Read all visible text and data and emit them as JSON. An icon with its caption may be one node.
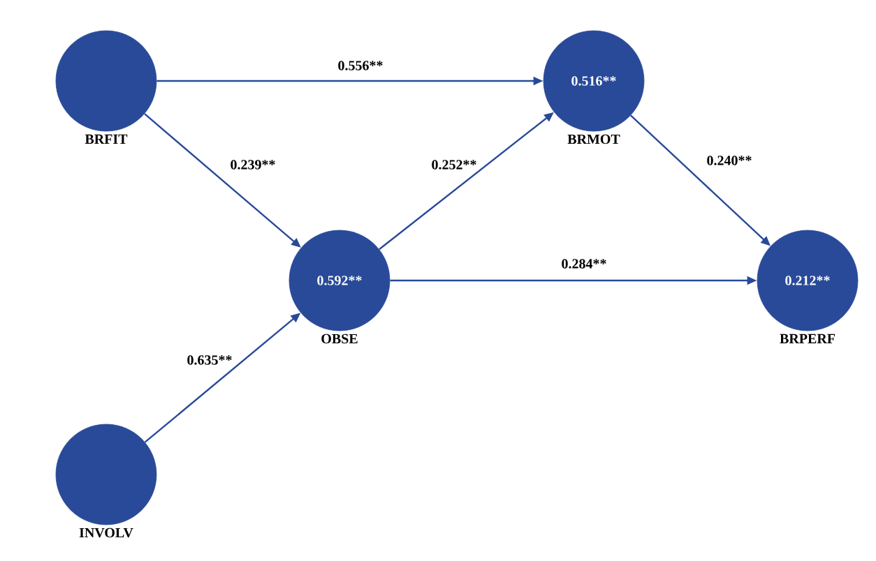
{
  "diagram": {
    "nodes": [
      {
        "text": [
          "BRFIT"
        ]
      },
      {
        "text": [
          "0.516**",
          "BRMOT"
        ]
      },
      {
        "text": [
          "0.592**",
          "OBSE"
        ]
      },
      {
        "text": [
          "0.212**",
          "BRPERF"
        ]
      },
      {
        "text": [
          "INVOLV"
        ]
      }
    ],
    "edges": [
      {
        "from": 0,
        "to": 1,
        "arrow": "to",
        "label": "0.556**"
      },
      {
        "from": 0,
        "to": 2,
        "arrow": "to",
        "label": "0.239**"
      },
      {
        "from": 2,
        "to": 1,
        "arrow": "to",
        "label": "0.252**"
      },
      {
        "from": 1,
        "to": 3,
        "arrow": "to",
        "label": "0.240**"
      },
      {
        "from": 2,
        "to": 3,
        "arrow": "to",
        "label": "0.284**"
      },
      {
        "from": 4,
        "to": 2,
        "arrow": "to",
        "label": "0.635**"
      }
    ]
  }
}
